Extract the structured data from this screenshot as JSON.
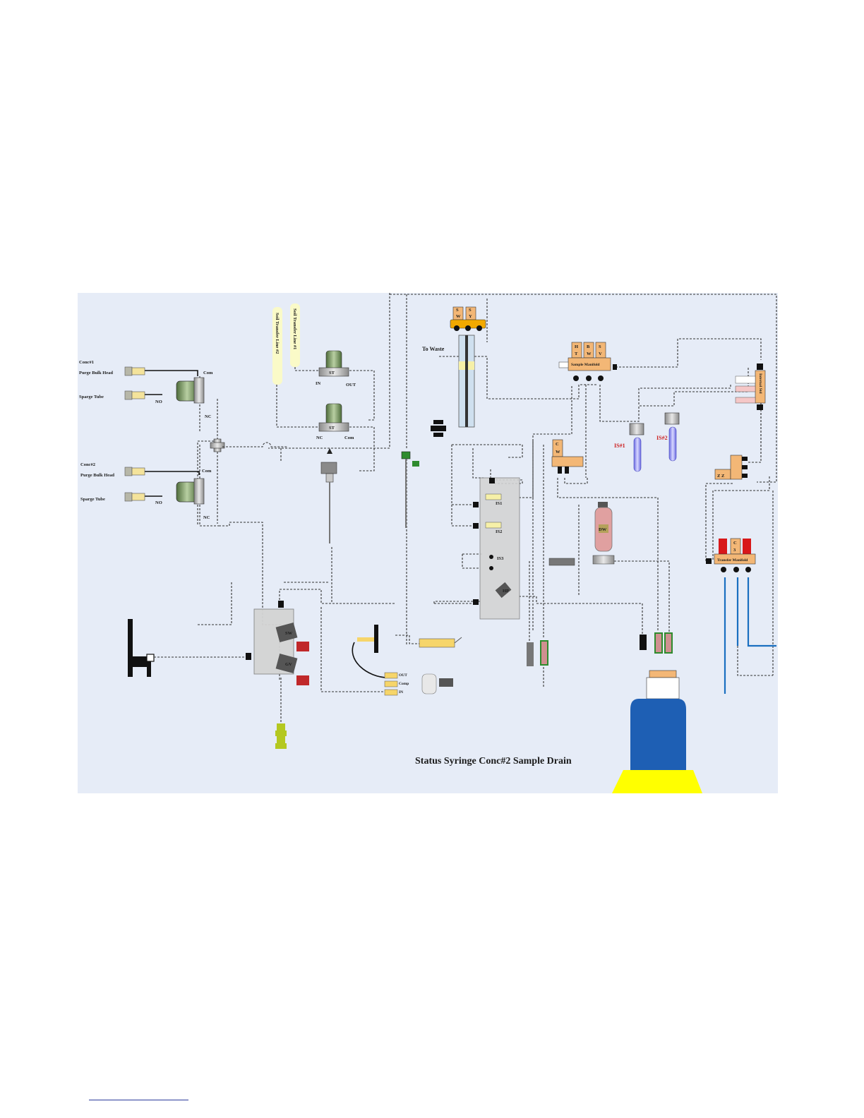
{
  "diagram": {
    "status_text": "Status Syringe Conc#2 Sample Drain",
    "labels": {
      "conc1": "Conc#1",
      "purge_bulk_head_1": "Purge Bulk Head",
      "sparge_tube_1": "Sparge Tube",
      "com_1": "Com",
      "no_1": "NO",
      "nc_1": "NC",
      "conc2": "Conc#2",
      "purge_bulk_head_2": "Purge Bulk Head",
      "sparge_tube_2": "Sparge Tube",
      "com_2": "Com",
      "no_2": "NO",
      "nc_2": "NC",
      "soil_line_2": "Soil Transfer Line #2",
      "soil_line_1": "Soil Transfer Line #1",
      "st_top": "ST",
      "st_bottom": "ST",
      "in": "IN",
      "out": "OUT",
      "nc_st": "NC",
      "com_st": "Com",
      "to_waste": "To Waste",
      "sw_s": "S",
      "sw_w": "W",
      "sy_s": "S",
      "sy_y": "Y",
      "ht_h": "H",
      "ht_t": "T",
      "bw_b": "B",
      "bw_w": "W",
      "sv_s": "S",
      "sv_v": "V",
      "sample_manifold": "Sample Manifold",
      "internal_std": "Internal Std",
      "cw_c": "C",
      "cw_w": "W",
      "is1_tube": "IS#1",
      "is2_tube": "IS#2",
      "is1": "IS1",
      "is2": "IS2",
      "is3": "IS3",
      "hp": "HP",
      "dw": "DW",
      "transfer_manifold": "Transfer Manifold",
      "tm_c": "C",
      "tm_3": "3",
      "zz": "Z Z",
      "sw_valve": "SW",
      "gv_valve": "GV",
      "out_port": "OUT",
      "comp_port": "Comp",
      "in_port": "IN"
    }
  },
  "colors": {
    "panel_bg": "#e6ecf7",
    "manifold_orange": "#f3b776",
    "bottle_blue": "#1e5fb4",
    "base_yellow": "#ffff00",
    "status_red": "#cc2020",
    "tube_yellow": "#fafac8",
    "footnote_rule": "#2a3a9a"
  }
}
